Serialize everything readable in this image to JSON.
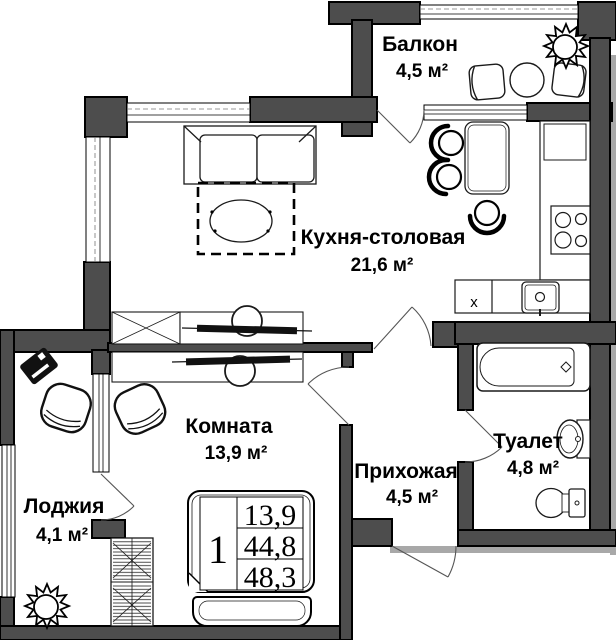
{
  "rooms": {
    "balcony": {
      "name": "Балкон",
      "area": "4,5 м²"
    },
    "kitchen_dining": {
      "name": "Кухня-столовая",
      "area": "21,6 м²"
    },
    "room": {
      "name": "Комната",
      "area": "13,9 м²"
    },
    "loggia": {
      "name": "Лоджия",
      "area": "4,1 м²"
    },
    "hallway": {
      "name": "Прихожая",
      "area": "4,5 м²"
    },
    "toilet": {
      "name": "Туалет",
      "area": "4,8 м²"
    }
  },
  "stamp": {
    "rooms_count": "1",
    "living_area": "13,9",
    "area_without_balcony": "44,8",
    "total_area": "48,3"
  },
  "marks": {
    "sink": "х"
  },
  "colors": {
    "wall": "#4d4d4d",
    "outline": "#000000",
    "neighbor_wall": "#a8a8a8",
    "background": "#ffffff",
    "furniture_line": "#1a1a1a"
  }
}
